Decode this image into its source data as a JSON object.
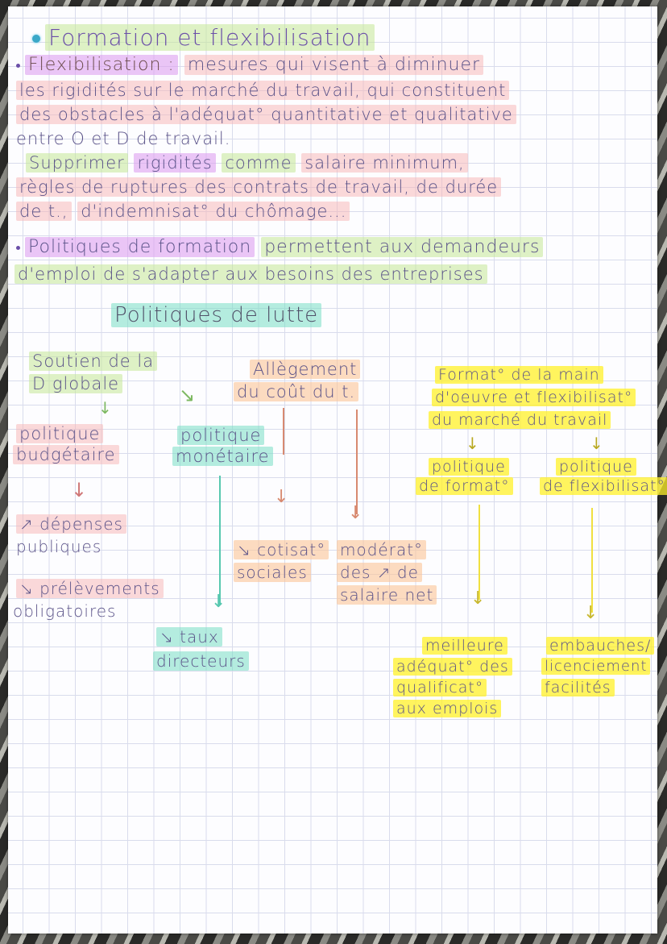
{
  "document": {
    "title": "Formation et flexibilisation",
    "section_flexibilisation": {
      "term": "Flexibilisation :",
      "definition_lines": [
        "mesures qui visent à diminuer",
        "les rigidités sur le marché du travail, qui constituent",
        "des obstacles à l'adéquat° quantitative et qualitative",
        "entre O et D de travail."
      ],
      "examples": {
        "verb": "Supprimer",
        "object": "rigidités",
        "link": "comme",
        "item1": "salaire minimum,",
        "line2": "règles de ruptures des contrats de travail, de durée",
        "line3_a": "de t.,",
        "line3_b": "d'indemnisat° du chômage..."
      }
    },
    "section_formation": {
      "term": "Politiques de formation",
      "line1": "permettent aux demandeurs",
      "line2": "d'emploi de s'adapter aux besoins des entreprises"
    },
    "diagram": {
      "title": "Politiques de lutte",
      "branches": [
        {
          "id": "demande",
          "label_lines": [
            "Soutien de la",
            "D globale"
          ],
          "color": "green",
          "children": [
            {
              "label_lines": [
                "politique",
                "budgétaire"
              ],
              "color": "pink",
              "outcomes": [
                {
                  "arrow": "↗",
                  "label_lines": [
                    "dépenses",
                    "publiques"
                  ]
                },
                {
                  "arrow": "↘",
                  "label_lines": [
                    "prélèvements",
                    "obligatoires"
                  ]
                }
              ]
            },
            {
              "label_lines": [
                "politique",
                "monétaire"
              ],
              "color": "teal",
              "outcomes": [
                {
                  "arrow": "↘",
                  "label_lines": [
                    "taux",
                    "directeurs"
                  ]
                }
              ]
            }
          ]
        },
        {
          "id": "cout",
          "label_lines": [
            "Allègement",
            "du coût du t."
          ],
          "color": "orange",
          "outcomes": [
            {
              "arrow": "↘",
              "label_lines": [
                "cotisat°",
                "sociales"
              ]
            },
            {
              "arrow": "",
              "label_lines": [
                "modérat°",
                "des ↗ de",
                "salaire net"
              ]
            }
          ]
        },
        {
          "id": "formation",
          "label_lines": [
            "Format° de la main",
            "d'oeuvre et flexibilisat°",
            "du marché du travail"
          ],
          "color": "yellow",
          "children": [
            {
              "label_lines": [
                "politique",
                "de format°"
              ],
              "outcome_lines": [
                "meilleure",
                "adéquat° des",
                "qualificat°",
                "aux emplois"
              ]
            },
            {
              "label_lines": [
                "politique",
                "de flexibilisat°"
              ],
              "outcome_lines": [
                "embauches/",
                "licenciement",
                "facilités"
              ]
            }
          ]
        }
      ]
    }
  },
  "colors": {
    "paper": "#fdfdff",
    "grid": "#d9dcec",
    "ink": "#5a5288",
    "hl_green": "#c4e896",
    "hl_purple": "#dea0f0",
    "hl_pink": "#f8b4b4",
    "hl_orange": "#fcc496",
    "hl_teal": "#78dec4",
    "hl_yellow": "#fff028"
  }
}
